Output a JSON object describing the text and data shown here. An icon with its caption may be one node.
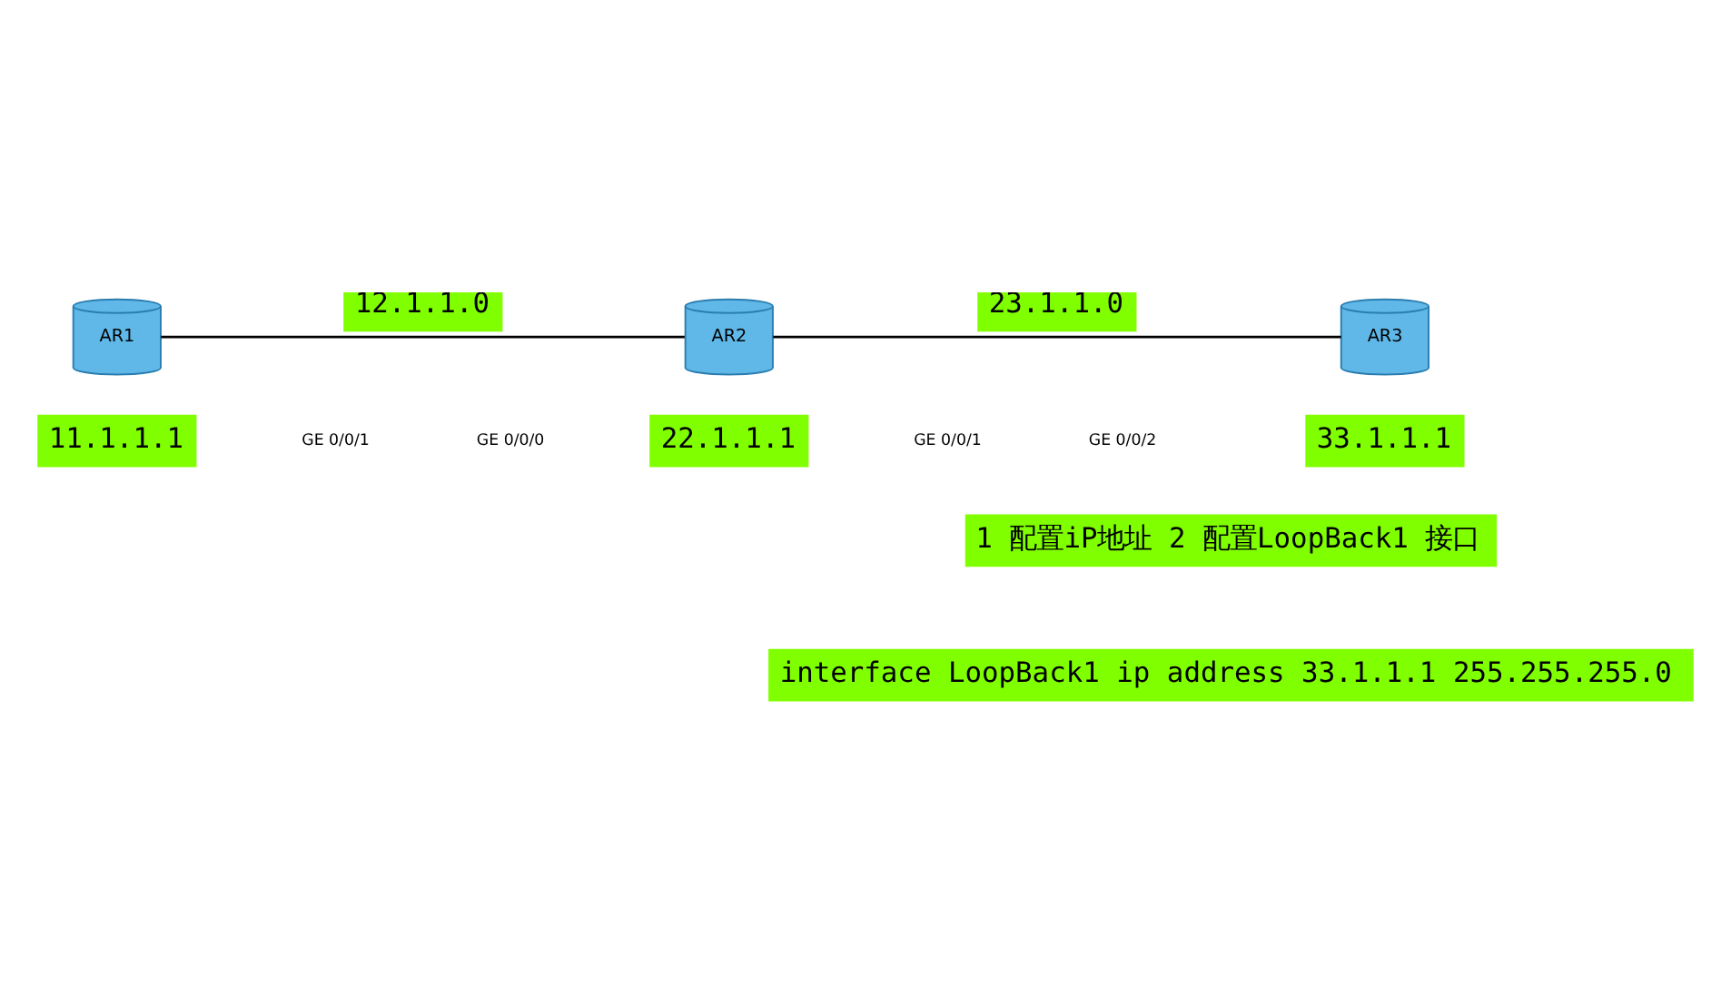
{
  "diagram": {
    "nodes": [
      {
        "text": [
          "AR1"
        ],
        "beside": [
          "11.1.1.1"
        ]
      },
      {
        "text": [
          "AR2"
        ],
        "beside": [
          "22.1.1.1"
        ]
      },
      {
        "text": [
          "AR3"
        ],
        "beside": [
          "33.1.1.1"
        ]
      }
    ],
    "edges": [
      {
        "from": 0,
        "to": 1,
        "arrow": "none",
        "label": "12.1.1.0"
      },
      {
        "from": 1,
        "to": 2,
        "arrow": "none",
        "label": "23.1.1.0"
      }
    ],
    "labels": [
      "GE 0/0/1",
      "GE 0/0/0",
      "GE 0/0/1",
      "GE 0/0/2",
      "1 配置iP地址 2 配置LoopBack1 接口",
      "interface LoopBack1 ip address 33.1.1.1 255.255.255.0"
    ]
  }
}
